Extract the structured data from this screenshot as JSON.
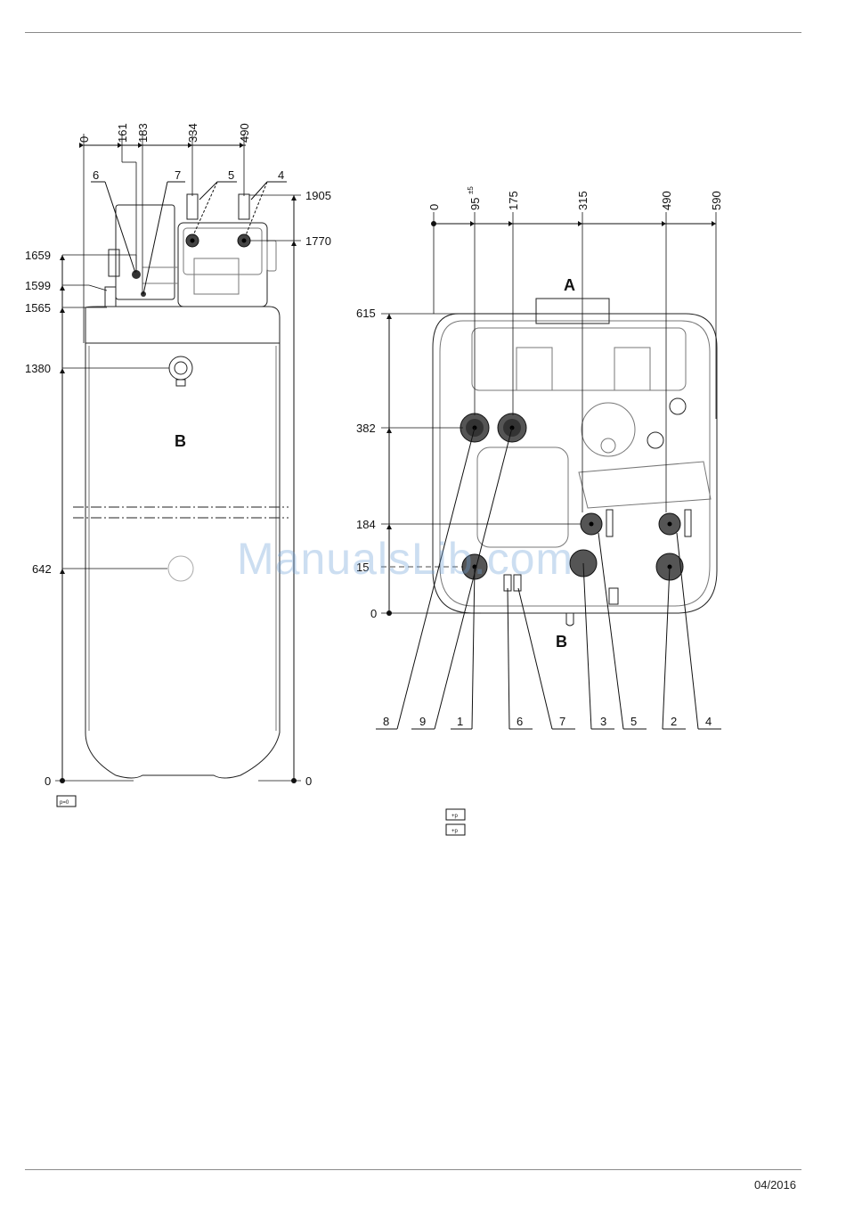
{
  "footer": {
    "date": "04/2016"
  },
  "watermark": "ManualsLib.com",
  "left_view": {
    "top_dims": [
      "0",
      "161",
      "183",
      "334",
      "490"
    ],
    "left_dims": [
      "1659",
      "1599",
      "1565",
      "1380",
      "642",
      "0"
    ],
    "right_dims": [
      "1905",
      "1770",
      "0"
    ],
    "callouts": [
      "6",
      "7",
      "5",
      "4"
    ],
    "letter": "B",
    "icon_text": "p=0"
  },
  "right_view": {
    "top_dims": [
      "0",
      "95",
      "±5",
      "175",
      "315",
      "490",
      "590"
    ],
    "left_dims": [
      "615",
      "382",
      "184",
      "15",
      "0"
    ],
    "letter_top": "A",
    "letter_bottom": "B",
    "bottom_labels": [
      "8",
      "9",
      "1",
      "6",
      "7",
      "3",
      "5",
      "2",
      "4"
    ],
    "icon_text": "+p"
  }
}
